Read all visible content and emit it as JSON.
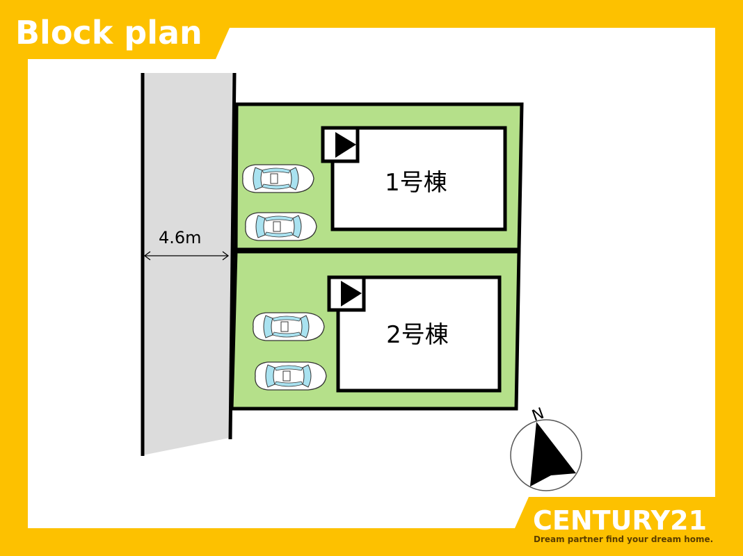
{
  "header": {
    "title": "Block plan"
  },
  "plan": {
    "road_width": "4.6m",
    "buildings": [
      {
        "label": "1号棟",
        "parking_spaces": 2
      },
      {
        "label": "2号棟",
        "parking_spaces": 2
      }
    ],
    "north_label": "N"
  },
  "brand": {
    "name": "CENTURY21",
    "tagline": "Dream partner find your dream home."
  },
  "colors": {
    "frame": "#FDC100",
    "lot": "#B5E08A",
    "road": "#DCDCDC",
    "car_glass": "#A9E2F0"
  }
}
